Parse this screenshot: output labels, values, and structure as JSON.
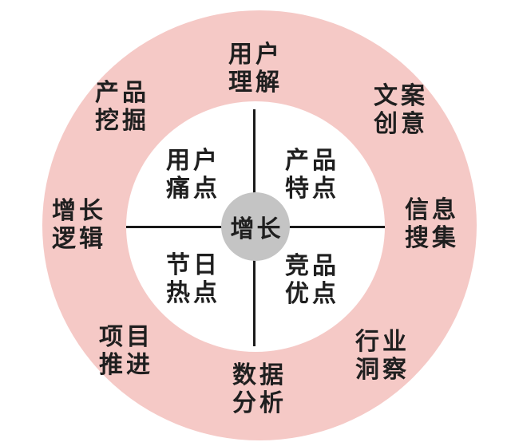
{
  "diagram": {
    "title_hint": "growth-marketing-wheel",
    "center": {
      "label": "增长"
    },
    "ring_labels": {
      "top": {
        "line1": "用户",
        "line2": "理解"
      },
      "top_right": {
        "line1": "文案",
        "line2": "创意"
      },
      "right": {
        "line1": "信息",
        "line2": "搜集"
      },
      "bottom_right": {
        "line1": "行业",
        "line2": "洞察"
      },
      "bottom": {
        "line1": "数据",
        "line2": "分析"
      },
      "bottom_left": {
        "line1": "项目",
        "line2": "推进"
      },
      "left": {
        "line1": "增长",
        "line2": "逻辑"
      },
      "top_left": {
        "line1": "产品",
        "line2": "挖掘"
      }
    },
    "quadrants": {
      "top_left": {
        "line1": "用户",
        "line2": "痛点"
      },
      "top_right": {
        "line1": "产品",
        "line2": "特点"
      },
      "bottom_left": {
        "line1": "节日",
        "line2": "热点"
      },
      "bottom_right": {
        "line1": "竞品",
        "line2": "优点"
      }
    },
    "colors": {
      "ring": "#f5c9c6",
      "inner_circle": "#ffffff",
      "center_circle": "#c4c4c4",
      "axis_line": "#1a1a1a",
      "text": "#1f1f1f"
    }
  }
}
